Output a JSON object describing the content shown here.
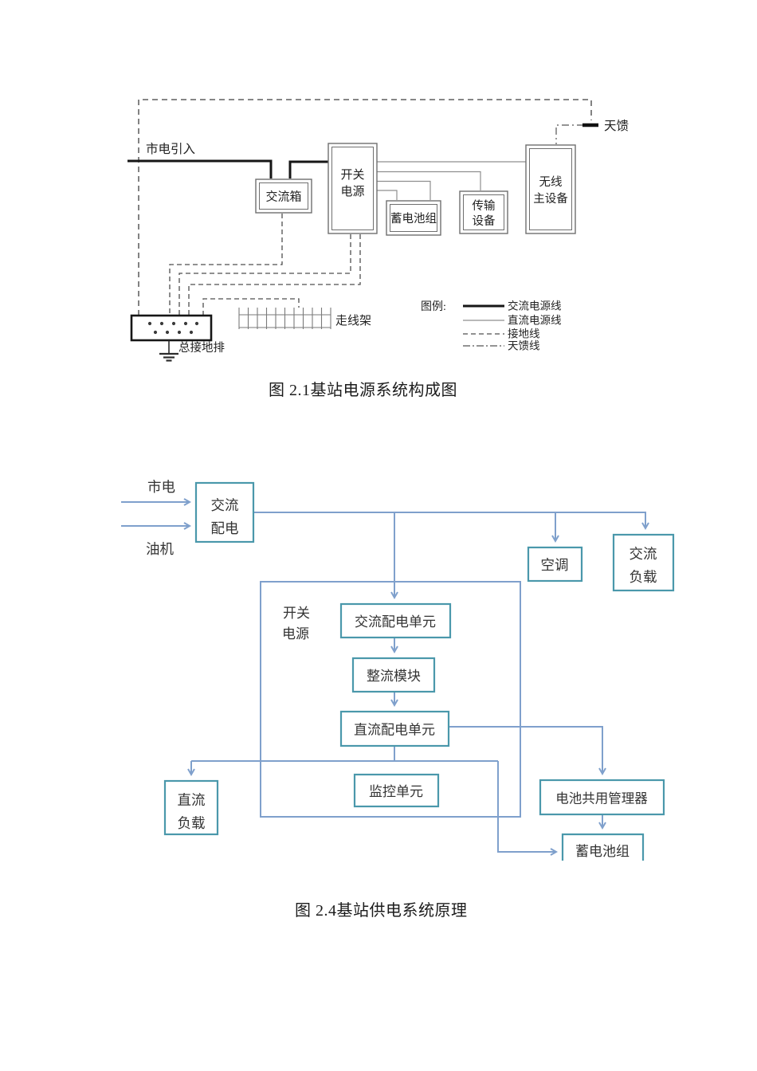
{
  "figure1": {
    "caption": "图 2.1基站电源系统构成图",
    "annotations": {
      "mains_in": "市电引入",
      "antenna_feed": "天馈",
      "cable_rack": "走线架",
      "ground_bar": "总接地排"
    },
    "nodes": {
      "ac_box": {
        "label": "交流箱"
      },
      "switch_power": {
        "lines": [
          "开关",
          "电源"
        ]
      },
      "battery_group": {
        "label": "蓄电池组"
      },
      "transmission": {
        "lines": [
          "传输",
          "设备"
        ]
      },
      "wireless_main": {
        "lines": [
          "无线",
          "主设备"
        ]
      }
    },
    "legend": {
      "title": "图例:",
      "items": [
        {
          "label": "交流电源线",
          "style": "thick-solid"
        },
        {
          "label": "直流电源线",
          "style": "thin-solid"
        },
        {
          "label": "接地线",
          "style": "dashed"
        },
        {
          "label": "天馈线",
          "style": "dash-dot"
        }
      ]
    },
    "colors": {
      "ac_line": "#161616",
      "dc_line": "#8f8f8f",
      "ground_line": "#4f4f4f",
      "box_border": "#6f6f6f"
    }
  },
  "figure2": {
    "caption": "图 2.4基站供电系统原理",
    "annotations": {
      "mains": "市电",
      "generator": "油机"
    },
    "nodes": {
      "ac_distribution": {
        "lines": [
          "交流",
          "配电"
        ]
      },
      "air_conditioner": {
        "label": "空调"
      },
      "ac_load": {
        "lines": [
          "交流",
          "负载"
        ]
      },
      "switch_power": {
        "lines": [
          "开关",
          "电源"
        ]
      },
      "ac_dist_unit": {
        "label": "交流配电单元"
      },
      "rectifier_module": {
        "label": "整流模块"
      },
      "dc_dist_unit": {
        "label": "直流配电单元"
      },
      "monitor_unit": {
        "label": "监控单元"
      },
      "dc_load": {
        "lines": [
          "直流",
          "负载"
        ]
      },
      "battery_manager": {
        "label": "电池共用管理器"
      },
      "battery_group": {
        "label": "蓄电池组"
      }
    },
    "colors": {
      "connector": "#7fa0cc",
      "box_border": "#4a98ab"
    }
  }
}
